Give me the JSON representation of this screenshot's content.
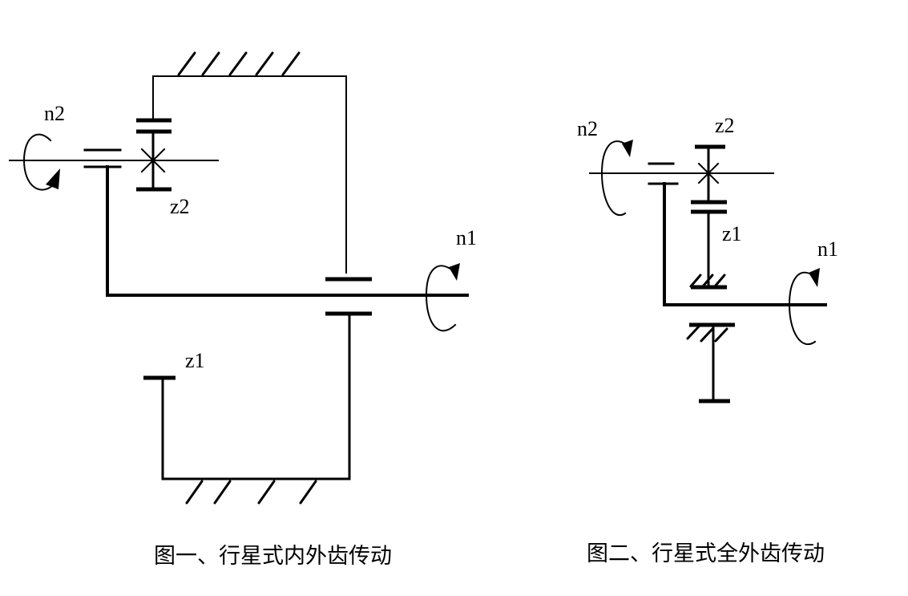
{
  "figure1": {
    "caption": "图一、行星式内外齿传动",
    "labels": {
      "n2": "n2",
      "z2": "z2",
      "n1": "n1",
      "z1": "z1"
    }
  },
  "figure2": {
    "caption": "图二、行星式全外齿传动",
    "labels": {
      "n2": "n2",
      "z2": "z2",
      "z1": "z1",
      "n1": "n1"
    }
  },
  "colors": {
    "ink": "#000000",
    "background": "#ffffff"
  },
  "icons": [
    "rotation-arrow-icon",
    "ground-hatch-icon",
    "bearing-cross-icon"
  ]
}
